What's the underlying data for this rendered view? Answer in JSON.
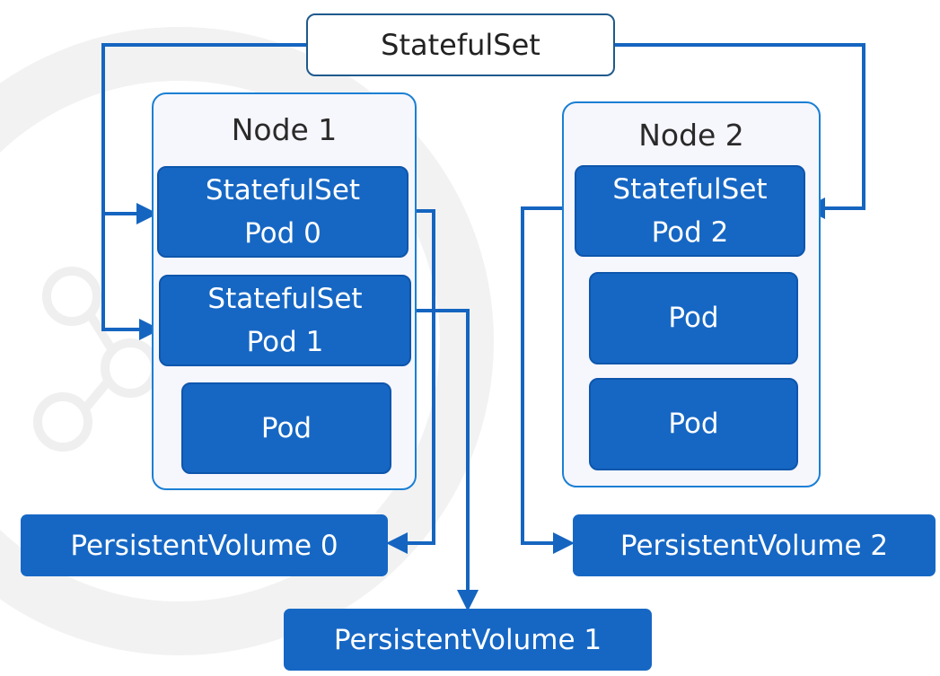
{
  "diagram": {
    "statefulset_label": "StatefulSet",
    "nodes": [
      {
        "title": "Node 1",
        "pods": [
          {
            "line1": "StatefulSet",
            "line2": "Pod 0"
          },
          {
            "line1": "StatefulSet",
            "line2": "Pod 1"
          },
          {
            "line1": "Pod"
          }
        ]
      },
      {
        "title": "Node 2",
        "pods": [
          {
            "line1": "StatefulSet",
            "line2": "Pod 2"
          },
          {
            "line1": "Pod"
          },
          {
            "line1": "Pod"
          }
        ]
      }
    ],
    "volumes": [
      {
        "label": "PersistentVolume 0"
      },
      {
        "label": "PersistentVolume 1"
      },
      {
        "label": "PersistentVolume 2"
      }
    ]
  },
  "colors": {
    "pod_fill": "#1667c4",
    "connector": "#1565c0",
    "node_border": "#1a7fd4",
    "node_fill": "#f6f6fd",
    "statefulset_border": "#1f5a8c"
  }
}
